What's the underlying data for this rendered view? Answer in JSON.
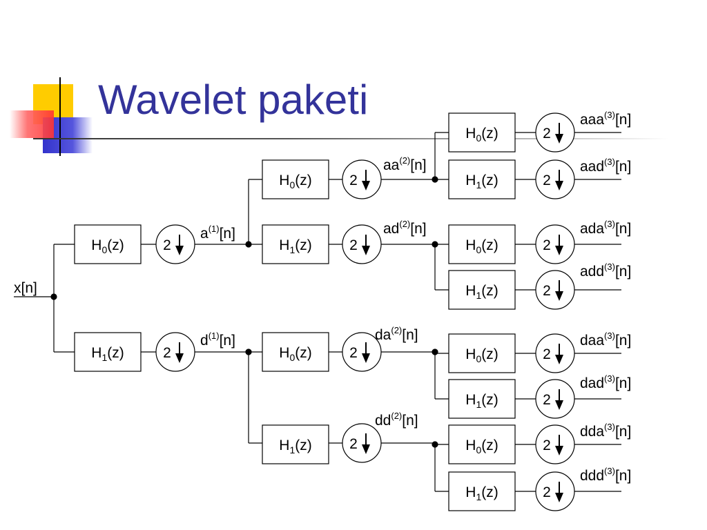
{
  "title": "Wavelet paketi",
  "input_label": "x[n]",
  "filter_h0": "H",
  "filter_h1": "H",
  "sub0": "0",
  "sub1": "1",
  "z": "(z)",
  "down": "2",
  "signals": {
    "a1": {
      "base": "a",
      "sup": "(1)",
      "tail": "[n]"
    },
    "d1": {
      "base": "d",
      "sup": "(1)",
      "tail": "[n]"
    },
    "aa2": {
      "base": "aa",
      "sup": "(2)",
      "tail": "[n]"
    },
    "ad2": {
      "base": "ad",
      "sup": "(2)",
      "tail": "[n]"
    },
    "da2": {
      "base": "da",
      "sup": "(2)",
      "tail": "[n]"
    },
    "dd2": {
      "base": "dd",
      "sup": "(2)",
      "tail": "[n]"
    },
    "aaa3": {
      "base": "aaa",
      "sup": "(3)",
      "tail": "[n]"
    },
    "aad3": {
      "base": "aad",
      "sup": "(3)",
      "tail": "[n]"
    },
    "ada3": {
      "base": "ada",
      "sup": "(3)",
      "tail": "[n]"
    },
    "add3": {
      "base": "add",
      "sup": "(3)",
      "tail": "[n]"
    },
    "daa3": {
      "base": "daa",
      "sup": "(3)",
      "tail": "[n]"
    },
    "dad3": {
      "base": "dad",
      "sup": "(3)",
      "tail": "[n]"
    },
    "dda3": {
      "base": "dda",
      "sup": "(3)",
      "tail": "[n]"
    },
    "ddd3": {
      "base": "ddd",
      "sup": "(3)",
      "tail": "[n]"
    }
  },
  "colors": {
    "title": "#33339a",
    "yellow": "#ffcc00",
    "blue": "#3333cc",
    "red": "#ff4444"
  }
}
